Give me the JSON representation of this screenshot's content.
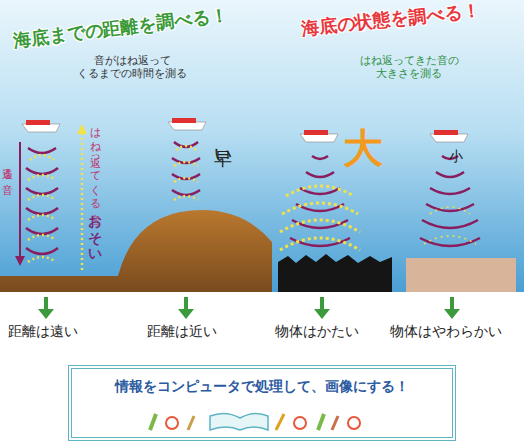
{
  "diagram": {
    "nodes": [
      {
        "text": [
          "情報をコンピュータで処理して、画像にする！"
        ]
      }
    ],
    "labels": [
      "海底までの距離を調べる！",
      "音がはね返って くるまでの時間を測る",
      "海底の状態を調べる！",
      "はね返ってきた音の 大きさを測る",
      "送る音",
      "はね返ってくる音",
      "おそい",
      "早い",
      "大",
      "小",
      "距離は遠い",
      "距離は近い",
      "物体はかたい",
      "物体はやわらかい"
    ]
  }
}
